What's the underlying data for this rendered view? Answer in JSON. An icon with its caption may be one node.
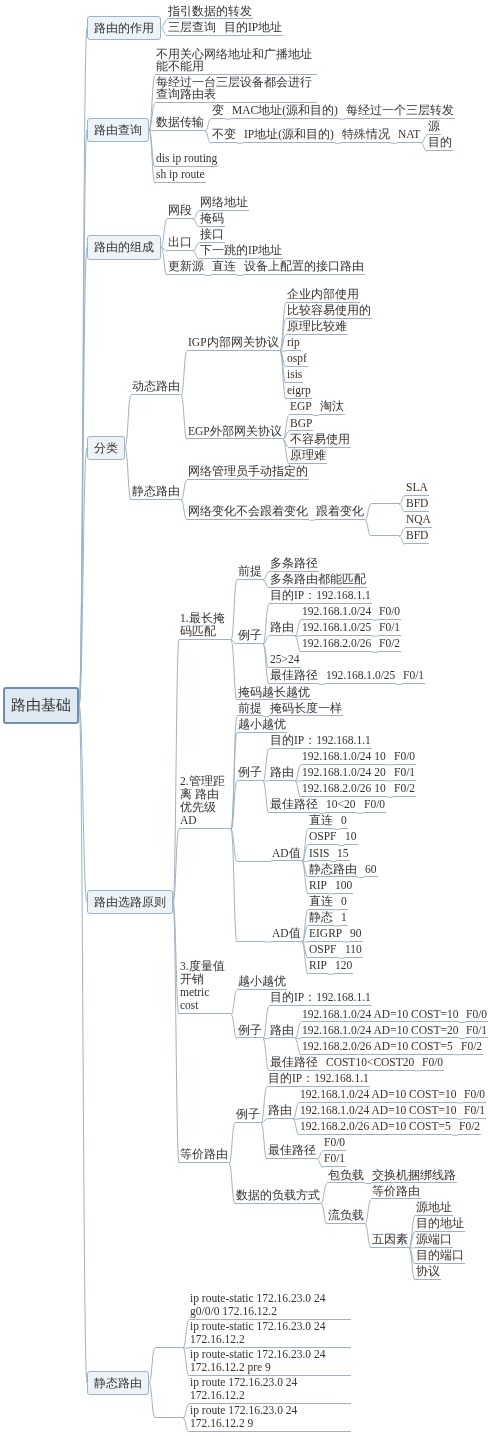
{
  "diagram": {
    "nodes": [
      {
        "text": [
          "路由基础"
        ]
      },
      {
        "text": [
          "路由的作用"
        ]
      },
      {
        "text": [
          "指引数据的转发"
        ]
      },
      {
        "text": [
          "三层查询"
        ]
      },
      {
        "text": [
          "目的IP地址"
        ]
      },
      {
        "text": [
          "路由查询"
        ]
      },
      {
        "text": [
          "不用关心网络地址和广播地址能不能用"
        ]
      },
      {
        "text": [
          "每经过一台三层设备都会进行查询路由表"
        ]
      },
      {
        "text": [
          "数据传输"
        ]
      },
      {
        "text": [
          "变"
        ]
      },
      {
        "text": [
          "MAC地址(源和目的)"
        ]
      },
      {
        "text": [
          "每经过一个三层转发"
        ]
      },
      {
        "text": [
          "不变"
        ]
      },
      {
        "text": [
          "IP地址(源和目的)"
        ]
      },
      {
        "text": [
          "特殊情况"
        ]
      },
      {
        "text": [
          "NAT"
        ]
      },
      {
        "text": [
          "源"
        ]
      },
      {
        "text": [
          "目的"
        ]
      },
      {
        "text": [
          "dis ip routing"
        ]
      },
      {
        "text": [
          "sh ip route"
        ]
      },
      {
        "text": [
          "路由的组成"
        ]
      },
      {
        "text": [
          "网段"
        ]
      },
      {
        "text": [
          "网络地址"
        ]
      },
      {
        "text": [
          "掩码"
        ]
      },
      {
        "text": [
          "出口"
        ]
      },
      {
        "text": [
          "接口"
        ]
      },
      {
        "text": [
          "下一跳的IP地址"
        ]
      },
      {
        "text": [
          "更新源"
        ]
      },
      {
        "text": [
          "直连"
        ]
      },
      {
        "text": [
          "设备上配置的接口路由"
        ]
      },
      {
        "text": [
          "分类"
        ]
      },
      {
        "text": [
          "动态路由"
        ]
      },
      {
        "text": [
          "IGP内部网关协议"
        ]
      },
      {
        "text": [
          "企业内部使用"
        ]
      },
      {
        "text": [
          "比较容易使用的"
        ]
      },
      {
        "text": [
          "原理比较难"
        ]
      },
      {
        "text": [
          "rip"
        ]
      },
      {
        "text": [
          "ospf"
        ]
      },
      {
        "text": [
          "isis"
        ]
      },
      {
        "text": [
          "eigrp"
        ]
      },
      {
        "text": [
          "EGP外部网关协议"
        ]
      },
      {
        "text": [
          "EGP"
        ]
      },
      {
        "text": [
          "淘汰"
        ]
      },
      {
        "text": [
          "BGP"
        ]
      },
      {
        "text": [
          "不容易使用"
        ]
      },
      {
        "text": [
          "原理难"
        ]
      },
      {
        "text": [
          "静态路由"
        ]
      },
      {
        "text": [
          "网络管理员手动指定的"
        ]
      },
      {
        "text": [
          "网络变化不会跟着变化"
        ]
      },
      {
        "text": [
          "跟着变化"
        ]
      },
      {
        "text": [],
        "shape": "bar"
      },
      {
        "text": [
          "SLA"
        ]
      },
      {
        "text": [
          "BFD"
        ]
      },
      {
        "text": [],
        "shape": "bar"
      },
      {
        "text": [
          "NQA"
        ]
      },
      {
        "text": [
          "BFD"
        ]
      },
      {
        "text": [
          "路由选路原则"
        ]
      },
      {
        "text": [
          "1.最长掩码匹配"
        ]
      },
      {
        "text": [
          "前提"
        ]
      },
      {
        "text": [
          "多条路径"
        ]
      },
      {
        "text": [
          "多条路由都能匹配"
        ]
      },
      {
        "text": [
          "例子"
        ]
      },
      {
        "text": [
          "目的IP：192.168.1.1"
        ]
      },
      {
        "text": [
          "路由"
        ]
      },
      {
        "text": [
          "192.168.1.0/24"
        ]
      },
      {
        "text": [
          "F0/0"
        ]
      },
      {
        "text": [
          "192.168.1.0/25"
        ]
      },
      {
        "text": [
          "F0/1"
        ]
      },
      {
        "text": [
          "192.168.2.0/26"
        ]
      },
      {
        "text": [
          "F0/2"
        ]
      },
      {
        "text": [
          "25>24"
        ]
      },
      {
        "text": [
          "最佳路径"
        ]
      },
      {
        "text": [
          "192.168.1.0/25"
        ]
      },
      {
        "text": [
          "F0/1"
        ]
      },
      {
        "text": [
          "掩码越长越优"
        ]
      },
      {
        "text": [
          "2.管理距离 路由优先级 AD"
        ]
      },
      {
        "text": [
          "前提"
        ]
      },
      {
        "text": [
          "掩码长度一样"
        ]
      },
      {
        "text": [
          "越小越优"
        ]
      },
      {
        "text": [
          "例子"
        ]
      },
      {
        "text": [
          "目的IP：192.168.1.1"
        ]
      },
      {
        "text": [
          "路由"
        ]
      },
      {
        "text": [
          "192.168.1.0/24 10"
        ]
      },
      {
        "text": [
          "F0/0"
        ]
      },
      {
        "text": [
          "192.168.1.0/24 20"
        ]
      },
      {
        "text": [
          "F0/1"
        ]
      },
      {
        "text": [
          "192.168.2.0/26 10"
        ]
      },
      {
        "text": [
          "F0/2"
        ]
      },
      {
        "text": [
          "最佳路径"
        ]
      },
      {
        "text": [
          "10<20"
        ]
      },
      {
        "text": [
          "F0/0"
        ]
      },
      {
        "text": [],
        "shape": "bar"
      },
      {
        "text": [
          "AD值"
        ]
      },
      {
        "text": [
          "直连"
        ]
      },
      {
        "text": [
          "0"
        ]
      },
      {
        "text": [
          "OSPF"
        ]
      },
      {
        "text": [
          "10"
        ]
      },
      {
        "text": [
          "ISIS"
        ]
      },
      {
        "text": [
          "15"
        ]
      },
      {
        "text": [
          "静态路由"
        ]
      },
      {
        "text": [
          "60"
        ]
      },
      {
        "text": [
          "RIP"
        ]
      },
      {
        "text": [
          "100"
        ]
      },
      {
        "text": [],
        "shape": "bar"
      },
      {
        "text": [
          "AD值"
        ]
      },
      {
        "text": [
          "直连"
        ]
      },
      {
        "text": [
          "0"
        ]
      },
      {
        "text": [
          "静态"
        ]
      },
      {
        "text": [
          "1"
        ]
      },
      {
        "text": [
          "EIGRP"
        ]
      },
      {
        "text": [
          "90"
        ]
      },
      {
        "text": [
          "OSPF"
        ]
      },
      {
        "text": [
          "110"
        ]
      },
      {
        "text": [
          "RIP"
        ]
      },
      {
        "text": [
          "120"
        ]
      },
      {
        "text": [
          "3.度量值开销metric cost"
        ]
      },
      {
        "text": [
          "越小越优"
        ]
      },
      {
        "text": [
          "例子"
        ]
      },
      {
        "text": [
          "目的IP：192.168.1.1"
        ]
      },
      {
        "text": [
          "路由"
        ]
      },
      {
        "text": [
          "192.168.1.0/24 AD=10 COST=10"
        ]
      },
      {
        "text": [
          "F0/0"
        ]
      },
      {
        "text": [
          "192.168.1.0/24 AD=10 COST=20"
        ]
      },
      {
        "text": [
          "F0/1"
        ]
      },
      {
        "text": [
          "192.168.2.0/26 AD=10 COST=5"
        ]
      },
      {
        "text": [
          "F0/2"
        ]
      },
      {
        "text": [
          "最佳路径"
        ]
      },
      {
        "text": [
          "COST10<COST20"
        ]
      },
      {
        "text": [
          "F0/0"
        ]
      },
      {
        "text": [
          "等价路由"
        ]
      },
      {
        "text": [
          "例子"
        ]
      },
      {
        "text": [
          "目的IP：192.168.1.1"
        ]
      },
      {
        "text": [
          "路由"
        ]
      },
      {
        "text": [
          "192.168.1.0/24 AD=10 COST=10"
        ]
      },
      {
        "text": [
          "F0/0"
        ]
      },
      {
        "text": [
          "192.168.1.0/24 AD=10 COST=10"
        ]
      },
      {
        "text": [
          "F0/1"
        ]
      },
      {
        "text": [
          "192.168.2.0/26 AD=10 COST=5"
        ]
      },
      {
        "text": [
          "F0/2"
        ]
      },
      {
        "text": [
          "最佳路径"
        ]
      },
      {
        "text": [
          "F0/0"
        ]
      },
      {
        "text": [
          "F0/1"
        ]
      },
      {
        "text": [
          "数据的负载方式"
        ]
      },
      {
        "text": [
          "包负载"
        ]
      },
      {
        "text": [
          "交换机捆绑线路"
        ]
      },
      {
        "text": [
          "流负载"
        ]
      },
      {
        "text": [
          "等价路由"
        ]
      },
      {
        "text": [
          "五因素"
        ]
      },
      {
        "text": [
          "源地址"
        ]
      },
      {
        "text": [
          "目的地址"
        ]
      },
      {
        "text": [
          "源端口"
        ]
      },
      {
        "text": [
          "目的端口"
        ]
      },
      {
        "text": [
          "协议"
        ]
      },
      {
        "text": [
          "静态路由"
        ]
      },
      {
        "text": [],
        "shape": "bar"
      },
      {
        "text": [
          "ip route-static 172.16.23.0 24 g0/0/0 172.16.12.2"
        ]
      },
      {
        "text": [
          "ip route-static 172.16.23.0 24 172.16.12.2"
        ]
      },
      {
        "text": [
          "ip route-static 172.16.23.0 24 172.16.12.2 pre 9"
        ]
      },
      {
        "text": [],
        "shape": "bar"
      },
      {
        "text": [
          "ip route 172.16.23.0 24 172.16.12.2"
        ]
      },
      {
        "text": [
          "ip route 172.16.23.0 24 172.16.12.2 9"
        ]
      }
    ],
    "edges": [
      {
        "from": 0,
        "to": 1,
        "arrow": "none"
      },
      {
        "from": 1,
        "to": 2,
        "arrow": "none"
      },
      {
        "from": 1,
        "to": 3,
        "arrow": "none"
      },
      {
        "from": 3,
        "to": 4,
        "arrow": "none"
      },
      {
        "from": 0,
        "to": 5,
        "arrow": "none"
      },
      {
        "from": 5,
        "to": 6,
        "arrow": "none"
      },
      {
        "from": 5,
        "to": 7,
        "arrow": "none"
      },
      {
        "from": 5,
        "to": 8,
        "arrow": "none"
      },
      {
        "from": 8,
        "to": 9,
        "arrow": "none"
      },
      {
        "from": 9,
        "to": 10,
        "arrow": "none"
      },
      {
        "from": 10,
        "to": 11,
        "arrow": "none"
      },
      {
        "from": 8,
        "to": 12,
        "arrow": "none"
      },
      {
        "from": 12,
        "to": 13,
        "arrow": "none"
      },
      {
        "from": 13,
        "to": 14,
        "arrow": "none"
      },
      {
        "from": 14,
        "to": 15,
        "arrow": "none"
      },
      {
        "from": 15,
        "to": 16,
        "arrow": "none"
      },
      {
        "from": 15,
        "to": 17,
        "arrow": "none"
      },
      {
        "from": 5,
        "to": 18,
        "arrow": "none"
      },
      {
        "from": 5,
        "to": 19,
        "arrow": "none"
      },
      {
        "from": 0,
        "to": 20,
        "arrow": "none"
      },
      {
        "from": 20,
        "to": 21,
        "arrow": "none"
      },
      {
        "from": 21,
        "to": 22,
        "arrow": "none"
      },
      {
        "from": 21,
        "to": 23,
        "arrow": "none"
      },
      {
        "from": 20,
        "to": 24,
        "arrow": "none"
      },
      {
        "from": 24,
        "to": 25,
        "arrow": "none"
      },
      {
        "from": 24,
        "to": 26,
        "arrow": "none"
      },
      {
        "from": 20,
        "to": 27,
        "arrow": "none"
      },
      {
        "from": 27,
        "to": 28,
        "arrow": "none"
      },
      {
        "from": 28,
        "to": 29,
        "arrow": "none"
      },
      {
        "from": 0,
        "to": 30,
        "arrow": "none"
      },
      {
        "from": 30,
        "to": 31,
        "arrow": "none"
      },
      {
        "from": 31,
        "to": 32,
        "arrow": "none"
      },
      {
        "from": 32,
        "to": 33,
        "arrow": "none"
      },
      {
        "from": 32,
        "to": 34,
        "arrow": "none"
      },
      {
        "from": 32,
        "to": 35,
        "arrow": "none"
      },
      {
        "from": 32,
        "to": 36,
        "arrow": "none"
      },
      {
        "from": 32,
        "to": 37,
        "arrow": "none"
      },
      {
        "from": 32,
        "to": 38,
        "arrow": "none"
      },
      {
        "from": 32,
        "to": 39,
        "arrow": "none"
      },
      {
        "from": 31,
        "to": 40,
        "arrow": "none"
      },
      {
        "from": 40,
        "to": 41,
        "arrow": "none"
      },
      {
        "from": 41,
        "to": 42,
        "arrow": "none"
      },
      {
        "from": 40,
        "to": 43,
        "arrow": "none"
      },
      {
        "from": 40,
        "to": 44,
        "arrow": "none"
      },
      {
        "from": 40,
        "to": 45,
        "arrow": "none"
      },
      {
        "from": 30,
        "to": 46,
        "arrow": "none"
      },
      {
        "from": 46,
        "to": 47,
        "arrow": "none"
      },
      {
        "from": 46,
        "to": 48,
        "arrow": "none"
      },
      {
        "from": 48,
        "to": 49,
        "arrow": "none"
      },
      {
        "from": 49,
        "to": 50,
        "arrow": "none"
      },
      {
        "from": 50,
        "to": 51,
        "arrow": "none"
      },
      {
        "from": 50,
        "to": 52,
        "arrow": "none"
      },
      {
        "from": 49,
        "to": 53,
        "arrow": "none"
      },
      {
        "from": 53,
        "to": 54,
        "arrow": "none"
      },
      {
        "from": 53,
        "to": 55,
        "arrow": "none"
      },
      {
        "from": 0,
        "to": 56,
        "arrow": "none"
      },
      {
        "from": 56,
        "to": 57,
        "arrow": "none"
      },
      {
        "from": 57,
        "to": 58,
        "arrow": "none"
      },
      {
        "from": 58,
        "to": 59,
        "arrow": "none"
      },
      {
        "from": 58,
        "to": 60,
        "arrow": "none"
      },
      {
        "from": 57,
        "to": 61,
        "arrow": "none"
      },
      {
        "from": 61,
        "to": 62,
        "arrow": "none"
      },
      {
        "from": 61,
        "to": 63,
        "arrow": "none"
      },
      {
        "from": 63,
        "to": 64,
        "arrow": "none"
      },
      {
        "from": 64,
        "to": 65,
        "arrow": "none"
      },
      {
        "from": 63,
        "to": 66,
        "arrow": "none"
      },
      {
        "from": 66,
        "to": 67,
        "arrow": "none"
      },
      {
        "from": 63,
        "to": 68,
        "arrow": "none"
      },
      {
        "from": 68,
        "to": 69,
        "arrow": "none"
      },
      {
        "from": 61,
        "to": 70,
        "arrow": "none"
      },
      {
        "from": 61,
        "to": 71,
        "arrow": "none"
      },
      {
        "from": 71,
        "to": 72,
        "arrow": "none"
      },
      {
        "from": 72,
        "to": 73,
        "arrow": "none"
      },
      {
        "from": 57,
        "to": 74,
        "arrow": "none"
      },
      {
        "from": 56,
        "to": 75,
        "arrow": "none"
      },
      {
        "from": 75,
        "to": 76,
        "arrow": "none"
      },
      {
        "from": 76,
        "to": 77,
        "arrow": "none"
      },
      {
        "from": 75,
        "to": 78,
        "arrow": "none"
      },
      {
        "from": 75,
        "to": 79,
        "arrow": "none"
      },
      {
        "from": 79,
        "to": 80,
        "arrow": "none"
      },
      {
        "from": 79,
        "to": 81,
        "arrow": "none"
      },
      {
        "from": 81,
        "to": 82,
        "arrow": "none"
      },
      {
        "from": 82,
        "to": 83,
        "arrow": "none"
      },
      {
        "from": 81,
        "to": 84,
        "arrow": "none"
      },
      {
        "from": 84,
        "to": 85,
        "arrow": "none"
      },
      {
        "from": 81,
        "to": 86,
        "arrow": "none"
      },
      {
        "from": 86,
        "to": 87,
        "arrow": "none"
      },
      {
        "from": 79,
        "to": 88,
        "arrow": "none"
      },
      {
        "from": 88,
        "to": 89,
        "arrow": "none"
      },
      {
        "from": 89,
        "to": 90,
        "arrow": "none"
      },
      {
        "from": 75,
        "to": 91,
        "arrow": "none"
      },
      {
        "from": 91,
        "to": 92,
        "arrow": "none"
      },
      {
        "from": 92,
        "to": 93,
        "arrow": "none"
      },
      {
        "from": 93,
        "to": 94,
        "arrow": "none"
      },
      {
        "from": 92,
        "to": 95,
        "arrow": "none"
      },
      {
        "from": 95,
        "to": 96,
        "arrow": "none"
      },
      {
        "from": 92,
        "to": 97,
        "arrow": "none"
      },
      {
        "from": 97,
        "to": 98,
        "arrow": "none"
      },
      {
        "from": 92,
        "to": 99,
        "arrow": "none"
      },
      {
        "from": 99,
        "to": 100,
        "arrow": "none"
      },
      {
        "from": 92,
        "to": 101,
        "arrow": "none"
      },
      {
        "from": 101,
        "to": 102,
        "arrow": "none"
      },
      {
        "from": 75,
        "to": 103,
        "arrow": "none"
      },
      {
        "from": 103,
        "to": 104,
        "arrow": "none"
      },
      {
        "from": 104,
        "to": 105,
        "arrow": "none"
      },
      {
        "from": 105,
        "to": 106,
        "arrow": "none"
      },
      {
        "from": 104,
        "to": 107,
        "arrow": "none"
      },
      {
        "from": 107,
        "to": 108,
        "arrow": "none"
      },
      {
        "from": 104,
        "to": 109,
        "arrow": "none"
      },
      {
        "from": 109,
        "to": 110,
        "arrow": "none"
      },
      {
        "from": 104,
        "to": 111,
        "arrow": "none"
      },
      {
        "from": 111,
        "to": 112,
        "arrow": "none"
      },
      {
        "from": 104,
        "to": 113,
        "arrow": "none"
      },
      {
        "from": 113,
        "to": 114,
        "arrow": "none"
      },
      {
        "from": 56,
        "to": 115,
        "arrow": "none"
      },
      {
        "from": 115,
        "to": 116,
        "arrow": "none"
      },
      {
        "from": 115,
        "to": 117,
        "arrow": "none"
      },
      {
        "from": 117,
        "to": 118,
        "arrow": "none"
      },
      {
        "from": 117,
        "to": 119,
        "arrow": "none"
      },
      {
        "from": 119,
        "to": 120,
        "arrow": "none"
      },
      {
        "from": 120,
        "to": 121,
        "arrow": "none"
      },
      {
        "from": 119,
        "to": 122,
        "arrow": "none"
      },
      {
        "from": 122,
        "to": 123,
        "arrow": "none"
      },
      {
        "from": 119,
        "to": 124,
        "arrow": "none"
      },
      {
        "from": 124,
        "to": 125,
        "arrow": "none"
      },
      {
        "from": 117,
        "to": 126,
        "arrow": "none"
      },
      {
        "from": 126,
        "to": 127,
        "arrow": "none"
      },
      {
        "from": 127,
        "to": 128,
        "arrow": "none"
      },
      {
        "from": 56,
        "to": 129,
        "arrow": "none"
      },
      {
        "from": 129,
        "to": 130,
        "arrow": "none"
      },
      {
        "from": 130,
        "to": 131,
        "arrow": "none"
      },
      {
        "from": 130,
        "to": 132,
        "arrow": "none"
      },
      {
        "from": 132,
        "to": 133,
        "arrow": "none"
      },
      {
        "from": 133,
        "to": 134,
        "arrow": "none"
      },
      {
        "from": 132,
        "to": 135,
        "arrow": "none"
      },
      {
        "from": 135,
        "to": 136,
        "arrow": "none"
      },
      {
        "from": 132,
        "to": 137,
        "arrow": "none"
      },
      {
        "from": 137,
        "to": 138,
        "arrow": "none"
      },
      {
        "from": 130,
        "to": 139,
        "arrow": "none"
      },
      {
        "from": 139,
        "to": 140,
        "arrow": "none"
      },
      {
        "from": 139,
        "to": 141,
        "arrow": "none"
      },
      {
        "from": 129,
        "to": 142,
        "arrow": "none"
      },
      {
        "from": 142,
        "to": 143,
        "arrow": "none"
      },
      {
        "from": 143,
        "to": 144,
        "arrow": "none"
      },
      {
        "from": 142,
        "to": 145,
        "arrow": "none"
      },
      {
        "from": 145,
        "to": 146,
        "arrow": "none"
      },
      {
        "from": 145,
        "to": 147,
        "arrow": "none"
      },
      {
        "from": 147,
        "to": 148,
        "arrow": "none"
      },
      {
        "from": 147,
        "to": 149,
        "arrow": "none"
      },
      {
        "from": 147,
        "to": 150,
        "arrow": "none"
      },
      {
        "from": 147,
        "to": 151,
        "arrow": "none"
      },
      {
        "from": 147,
        "to": 152,
        "arrow": "none"
      },
      {
        "from": 0,
        "to": 153,
        "arrow": "none"
      },
      {
        "from": 153,
        "to": 154,
        "arrow": "none"
      },
      {
        "from": 154,
        "to": 155,
        "arrow": "none"
      },
      {
        "from": 154,
        "to": 156,
        "arrow": "none"
      },
      {
        "from": 154,
        "to": 157,
        "arrow": "none"
      },
      {
        "from": 153,
        "to": 158,
        "arrow": "none"
      },
      {
        "from": 158,
        "to": 159,
        "arrow": "none"
      },
      {
        "from": 158,
        "to": 160,
        "arrow": "none"
      }
    ]
  }
}
